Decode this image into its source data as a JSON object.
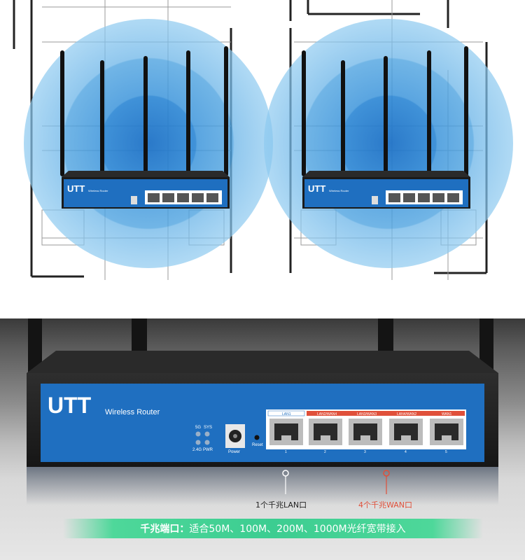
{
  "brand": "UTT",
  "product_small": "Wireless Router",
  "product_large": "Wireless Router",
  "port_labels": [
    "LAN1",
    "LAN2/WAN4",
    "LAN3/WAN3",
    "LAN4/WAN2",
    "WAN1"
  ],
  "port_numbers": [
    "1",
    "2",
    "3",
    "4",
    "5"
  ],
  "led_labels": {
    "top_left": "5G",
    "top_right": "SYS",
    "bottom_left": "2.4G",
    "bottom_right": "PWR"
  },
  "power_label": "Power",
  "reset_label": "Reset",
  "callouts": {
    "lan": "1个千兆LAN口",
    "wan": "4个千兆WAN口"
  },
  "banner": {
    "bold": "千兆端口：",
    "text": "适合50M、100M、200M、1000M光纤宽带接入"
  },
  "colors": {
    "panel_blue": "#1f6fc0",
    "coverage_blue": "#2f8fd8",
    "wan_red": "#e0503a",
    "banner_green": "#3ccd8f",
    "chassis": "#1e1e1e"
  }
}
